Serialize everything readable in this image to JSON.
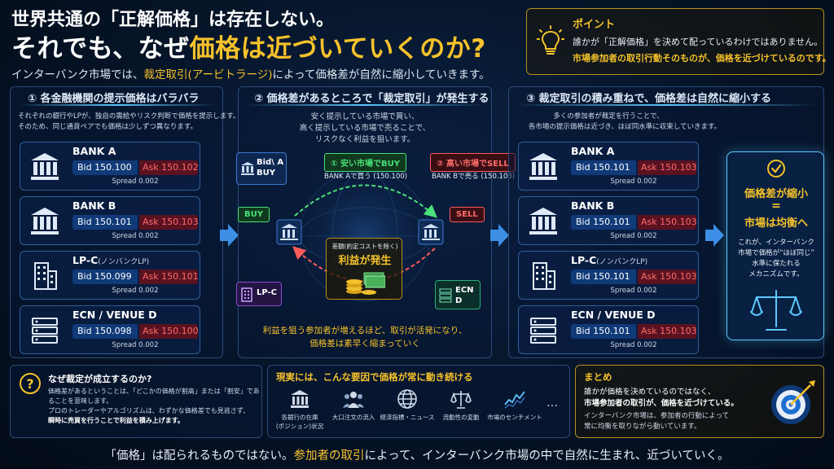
{
  "title": {
    "line1": "世界共通の「正解価格」は存在しない。",
    "line2_pre": "それでも、なぜ",
    "line2_hl": "価格は近づいていくのか?",
    "subtitle_pre": "インターバンク市場では、",
    "subtitle_hl": "裁定取引(アービトラージ)",
    "subtitle_post": "によって価格差が自然に縮小していきます。"
  },
  "point": {
    "title": "ポイント",
    "line1": "誰かが「正解価格」を決めて配っているわけではありません。",
    "line2": "市場参加者の取引行動そのものが、価格を近づけているのです。"
  },
  "section1": {
    "heading": "① 各金融機関の提示価格はバラバラ",
    "note1": "それぞれの銀行やLPが、独自の需給やリスク判断で価格を提示します。",
    "note2": "そのため、同じ通貨ペアでも価格は少しずつ異なります。",
    "cards": [
      {
        "name": "BANK A",
        "sub": "",
        "bid": "Bid 150.100",
        "ask": "Ask 150.102",
        "spread": "Spread 0.002"
      },
      {
        "name": "BANK B",
        "sub": "",
        "bid": "Bid 150.101",
        "ask": "Ask 150.103",
        "spread": "Spread 0.002"
      },
      {
        "name": "LP-C",
        "sub": "(ノンバンクLP)",
        "bid": "Bid 150.099",
        "ask": "Ask 150.101",
        "spread": "Spread 0.002"
      },
      {
        "name": "ECN / VENUE D",
        "sub": "",
        "bid": "Bid 150.098",
        "ask": "Ask 150.100",
        "spread": "Spread 0.002"
      }
    ]
  },
  "section2": {
    "heading": "② 価格差があるところで「裁定取引」が発生する",
    "note1": "安く提示している市場で買い、",
    "note2": "高く提示している市場で売ることで、",
    "note3": "リスクなく利益を狙います。",
    "buy_tag": "① 安い市場でBUY",
    "buy_sub": "BANK Aで買う (150.100)",
    "sell_tag": "② 高い市場でSELL",
    "sell_sub": "BANK Bで売る (150.103)",
    "buy_label": "BUY",
    "sell_label": "SELL",
    "bid_ask_node": "Bid\\ A BUY",
    "lp_node": "LP-C",
    "ecn_node": "ECN D",
    "profit_small": "差額(約定コストを除く)",
    "profit_big": "利益が発生",
    "bottom1": "利益を狙う参加者が増えるほど、取引が活発になり、",
    "bottom2": "価格差は素早く縮まっていく"
  },
  "section3": {
    "heading": "③ 裁定取引の積み重ねで、価格差は自然に縮小する",
    "note1": "多くの参加者が裁定を行うことで、",
    "note2": "各市場の提示価格は近づき、ほぼ同水準に収束していきます。",
    "cards": [
      {
        "name": "BANK A",
        "sub": "",
        "bid": "Bid 150.101",
        "ask": "Ask 150.103",
        "spread": "Spread 0.002"
      },
      {
        "name": "BANK B",
        "sub": "",
        "bid": "Bid 150.101",
        "ask": "Ask 150.103",
        "spread": "Spread 0.002"
      },
      {
        "name": "LP-C",
        "sub": "(ノンバンクLP)",
        "bid": "Bid 150.101",
        "ask": "Ask 150.103",
        "spread": "Spread 0.002"
      },
      {
        "name": "ECN / VENUE D",
        "sub": "",
        "bid": "Bid 150.101",
        "ask": "Ask 150.103",
        "spread": "Spread 0.002"
      }
    ]
  },
  "result": {
    "line1": "価格差が縮小",
    "eq": "=",
    "line2": "市場は均衡へ",
    "desc1": "これが、インターバンク",
    "desc2": "市場で価格が“ほぼ同じ”",
    "desc3": "水準に保たれる",
    "desc4": "メカニズムです。"
  },
  "why": {
    "title": "なぜ裁定が成立するのか?",
    "l1": "価格差があるということは、「どこかの価格が割高」または「割安」であ",
    "l2": "ることを意味します。",
    "l3": "プロのトレーダーやアルゴリズムは、わずかな価格差でも見逃さず、",
    "l4": "瞬時に売買を行うことで利益を積み上げます。"
  },
  "factors": {
    "title": "現実には、こんな要因で価格が常に動き続ける",
    "items": [
      {
        "label1": "各銀行の在庫",
        "label2": "(ポジション)状況",
        "icon": "bank-icon"
      },
      {
        "label1": "大口注文の流入",
        "label2": "",
        "icon": "people-icon"
      },
      {
        "label1": "経済指標・ニュース",
        "label2": "",
        "icon": "globe-icon"
      },
      {
        "label1": "流動性の変動",
        "label2": "",
        "icon": "scale-icon"
      },
      {
        "label1": "市場のセンチメント",
        "label2": "",
        "icon": "chart-icon"
      }
    ],
    "more": "…"
  },
  "summary": {
    "title": "まとめ",
    "l1": "誰かが価格を決めているのではなく、",
    "l2": "市場参加者の取引が、価格を近づけている。",
    "l3": "インターバンク市場は、参加者の行動によって",
    "l4": "常に均衡を取りながら動いています。"
  },
  "footer": {
    "pre": "「価格」は配られるものではない。",
    "hl": "参加者の取引",
    "post": "によって、インターバンク市場の中で自然に生まれ、近づいていく。"
  }
}
